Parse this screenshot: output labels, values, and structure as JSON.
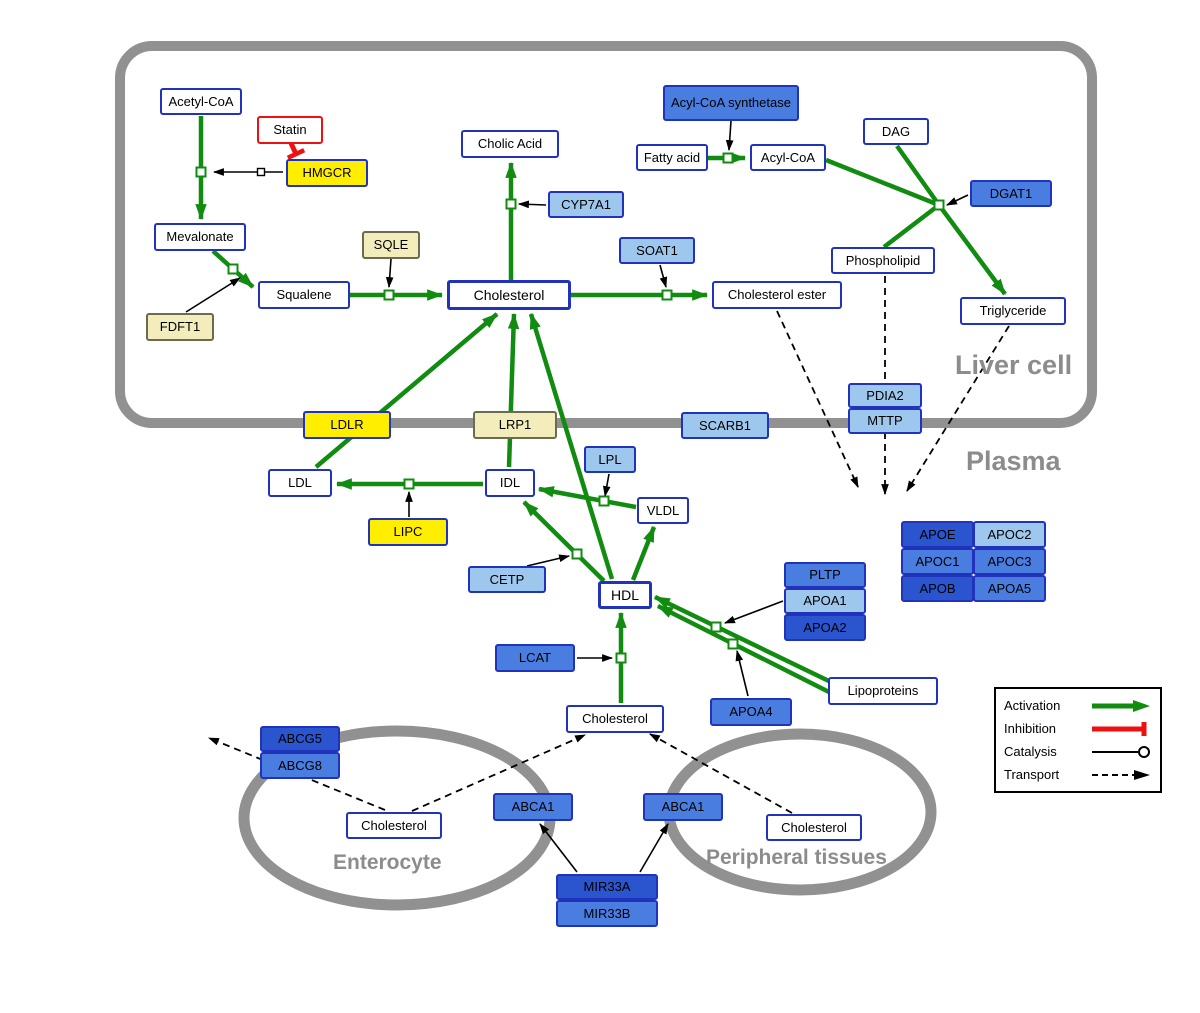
{
  "regions": {
    "liver_cell": {
      "label": "Liver cell"
    },
    "plasma": {
      "label": "Plasma"
    },
    "enterocyte": {
      "label": "Enterocyte"
    },
    "peripheral": {
      "label": "Peripheral tissues"
    }
  },
  "nodes": {
    "acetyl_coa": {
      "label": "Acetyl-CoA"
    },
    "statin": {
      "label": "Statin"
    },
    "hmgcr": {
      "label": "HMGCR"
    },
    "mevalonate": {
      "label": "Mevalonate"
    },
    "sqle": {
      "label": "SQLE"
    },
    "fdft1": {
      "label": "FDFT1"
    },
    "squalene": {
      "label": "Squalene"
    },
    "cholesterol_liver": {
      "label": "Cholesterol"
    },
    "cholic_acid": {
      "label": "Cholic Acid"
    },
    "cyp7a1": {
      "label": "CYP7A1"
    },
    "soat1": {
      "label": "SOAT1"
    },
    "cholesterol_ester": {
      "label": "Cholesterol ester"
    },
    "acyl_coa_synthetase": {
      "label": "Acyl-CoA synthetase"
    },
    "fatty_acid": {
      "label": "Fatty acid"
    },
    "acyl_coa": {
      "label": "Acyl-CoA"
    },
    "dag": {
      "label": "DAG"
    },
    "dgat1": {
      "label": "DGAT1"
    },
    "phospholipid": {
      "label": "Phospholipid"
    },
    "triglyceride": {
      "label": "Triglyceride"
    },
    "ldlr": {
      "label": "LDLR"
    },
    "lrp1": {
      "label": "LRP1"
    },
    "scarb1": {
      "label": "SCARB1"
    },
    "pdia2": {
      "label": "PDIA2"
    },
    "mttp": {
      "label": "MTTP"
    },
    "ldl": {
      "label": "LDL"
    },
    "idl": {
      "label": "IDL"
    },
    "lpl": {
      "label": "LPL"
    },
    "vldl": {
      "label": "VLDL"
    },
    "lipc": {
      "label": "LIPC"
    },
    "cetp": {
      "label": "CETP"
    },
    "hdl": {
      "label": "HDL"
    },
    "pltp": {
      "label": "PLTP"
    },
    "apoa1": {
      "label": "APOA1"
    },
    "apoa2": {
      "label": "APOA2"
    },
    "apoe": {
      "label": "APOE"
    },
    "apoc2": {
      "label": "APOC2"
    },
    "apoc1": {
      "label": "APOC1"
    },
    "apoc3": {
      "label": "APOC3"
    },
    "apob": {
      "label": "APOB"
    },
    "apoa5": {
      "label": "APOA5"
    },
    "apoa4": {
      "label": "APOA4"
    },
    "lipoproteins": {
      "label": "Lipoproteins"
    },
    "lcat": {
      "label": "LCAT"
    },
    "cholesterol_plasma": {
      "label": "Cholesterol"
    },
    "abcg5": {
      "label": "ABCG5"
    },
    "abcg8": {
      "label": "ABCG8"
    },
    "cholesterol_enterocyte": {
      "label": "Cholesterol"
    },
    "abca1_enterocyte": {
      "label": "ABCA1"
    },
    "abca1_peripheral": {
      "label": "ABCA1"
    },
    "cholesterol_peripheral": {
      "label": "Cholesterol"
    },
    "mir33a": {
      "label": "MIR33A"
    },
    "mir33b": {
      "label": "MIR33B"
    }
  },
  "legend": {
    "items": [
      {
        "label": "Activation",
        "type": "activation"
      },
      {
        "label": "Inhibition",
        "type": "inhibition"
      },
      {
        "label": "Catalysis",
        "type": "catalysis"
      },
      {
        "label": "Transport",
        "type": "transport"
      }
    ]
  },
  "colors": {
    "activation": "#118c11",
    "inhibition": "#ee1111",
    "membrane": "#919191",
    "gene_dark_blue": "#2b54cf",
    "gene_mid_blue": "#4a7de0",
    "gene_light_blue": "#9ec7ee",
    "gene_yellow": "#ffee00",
    "gene_pale_yellow": "#f2edbb",
    "node_border_blue": "#2233bb"
  }
}
